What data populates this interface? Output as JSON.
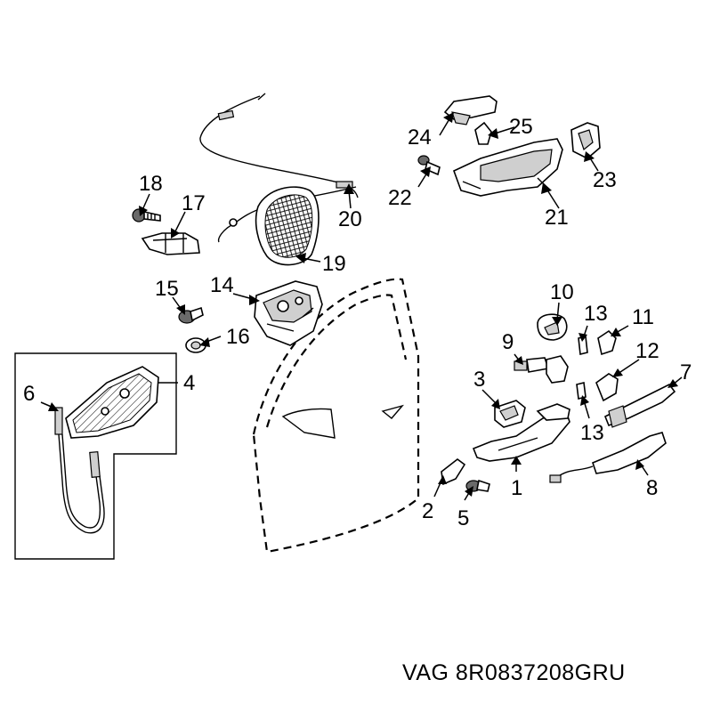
{
  "callouts": {
    "c1": "1",
    "c2": "2",
    "c3": "3",
    "c4": "4",
    "c5": "5",
    "c6": "6",
    "c7": "7",
    "c8": "8",
    "c9": "9",
    "c10": "10",
    "c11": "11",
    "c12": "12",
    "c13a": "13",
    "c13b": "13",
    "c14": "14",
    "c15": "15",
    "c16": "16",
    "c17": "17",
    "c18": "18",
    "c19": "19",
    "c20": "20",
    "c21": "21",
    "c22": "22",
    "c23": "23",
    "c24": "24",
    "c25": "25"
  },
  "footer": {
    "part_reference": "VAG 8R0837208GRU"
  }
}
